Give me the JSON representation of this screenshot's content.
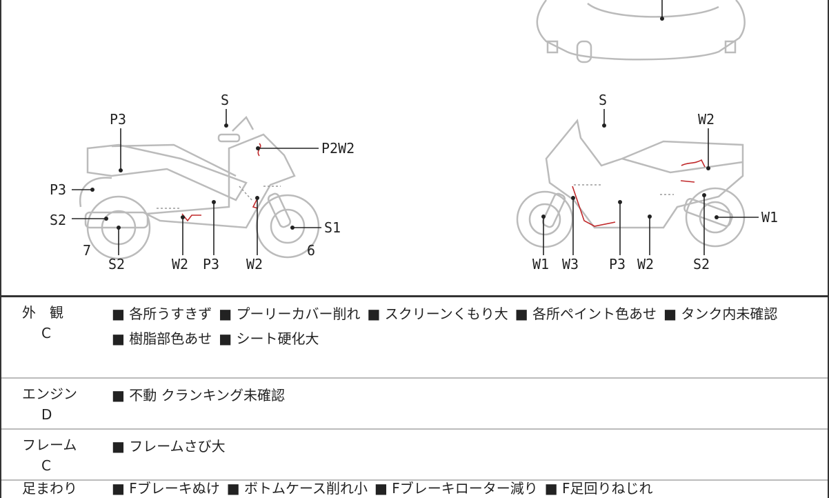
{
  "diagram": {
    "left_view": {
      "labels": [
        "S",
        "P3",
        "P2W2",
        "P3",
        "S2",
        "S1",
        "7",
        "6",
        "S2",
        "W2",
        "P3",
        "W2"
      ]
    },
    "right_view": {
      "labels": [
        "S",
        "W2",
        "W1",
        "W1",
        "W3",
        "P3",
        "W2",
        "S2"
      ]
    },
    "damage_color": "#c0282a"
  },
  "sections": [
    {
      "name": "外　観",
      "grade": "C",
      "items": [
        "■ 各所うすきず",
        "■ プーリーカバー削れ",
        "■ スクリーンくもり大",
        "■ 各所ペイント色あせ",
        "■ タンク内未確認",
        "■ 樹脂部色あせ",
        "■ シート硬化大"
      ]
    },
    {
      "name": "エンジン",
      "grade": "D",
      "items": [
        "■ 不動 クランキング未確認"
      ]
    },
    {
      "name": "フレーム",
      "grade": "C",
      "items": [
        "■ フレームさび大"
      ]
    },
    {
      "name": "足まわり",
      "grade": "",
      "items": [
        "■ Fブレーキぬけ",
        "■ ボトムケース削れ小",
        "■ Fブレーキローター減り",
        "■ F足回りねじれ"
      ]
    }
  ]
}
